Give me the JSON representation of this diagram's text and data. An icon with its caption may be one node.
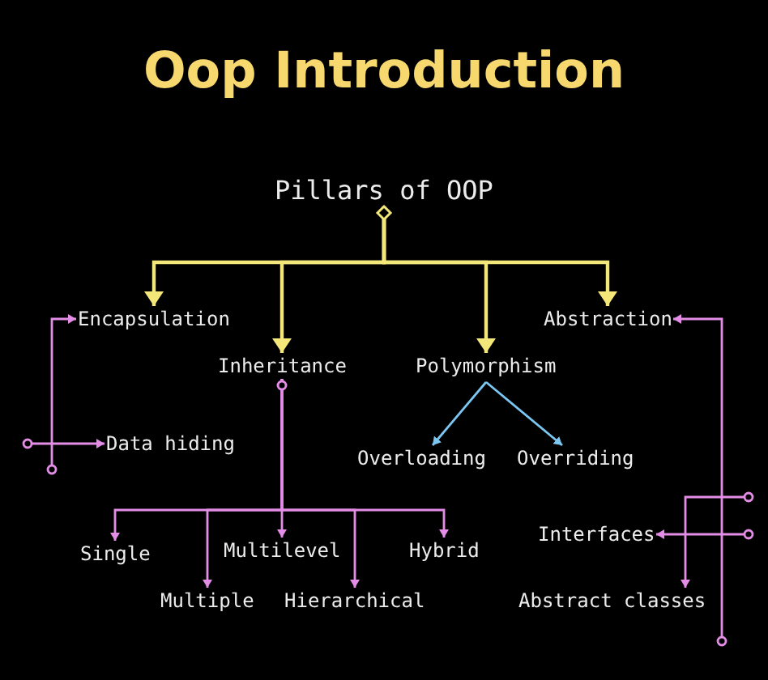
{
  "diagram": {
    "title": "Oop Introduction",
    "nodes": [
      {
        "text": [
          "Pillars of OOP"
        ]
      },
      {
        "text": [
          "Encapsulation"
        ]
      },
      {
        "text": [
          "Inheritance"
        ]
      },
      {
        "text": [
          "Polymorphism"
        ]
      },
      {
        "text": [
          "Abstraction"
        ]
      },
      {
        "text": [
          "Data hiding"
        ]
      },
      {
        "text": [
          "Overloading"
        ]
      },
      {
        "text": [
          "Overriding"
        ]
      },
      {
        "text": [
          "Single"
        ]
      },
      {
        "text": [
          "Multilevel"
        ]
      },
      {
        "text": [
          "Hybrid"
        ]
      },
      {
        "text": [
          "Multiple"
        ]
      },
      {
        "text": [
          "Hierarchical"
        ]
      },
      {
        "text": [
          "Interfaces"
        ]
      },
      {
        "text": [
          "Abstract classes"
        ]
      }
    ],
    "edges": [
      {
        "from": 0,
        "to": 1,
        "arrow": "to",
        "color": "#f3e77a"
      },
      {
        "from": 0,
        "to": 2,
        "arrow": "to",
        "color": "#f3e77a"
      },
      {
        "from": 0,
        "to": 3,
        "arrow": "to",
        "color": "#f3e77a"
      },
      {
        "from": 0,
        "to": 4,
        "arrow": "to",
        "color": "#f3e77a"
      },
      {
        "from": 5,
        "to": 1,
        "arrow": "to"
      },
      {
        "from": null,
        "to": 5,
        "arrow": "to"
      },
      {
        "from": 2,
        "to": 8,
        "arrow": "to"
      },
      {
        "from": 2,
        "to": 9,
        "arrow": "to"
      },
      {
        "from": 2,
        "to": 10,
        "arrow": "to"
      },
      {
        "from": 2,
        "to": 11,
        "arrow": "to"
      },
      {
        "from": 2,
        "to": 12,
        "arrow": "to"
      },
      {
        "from": 3,
        "to": 6,
        "arrow": "to",
        "color": "#7cc6f2"
      },
      {
        "from": 3,
        "to": 7,
        "arrow": "to",
        "color": "#7cc6f2"
      },
      {
        "from": 14,
        "to": 4,
        "arrow": "to"
      },
      {
        "from": null,
        "to": 13,
        "arrow": "to"
      },
      {
        "from": null,
        "to": 14,
        "arrow": "to"
      }
    ]
  }
}
